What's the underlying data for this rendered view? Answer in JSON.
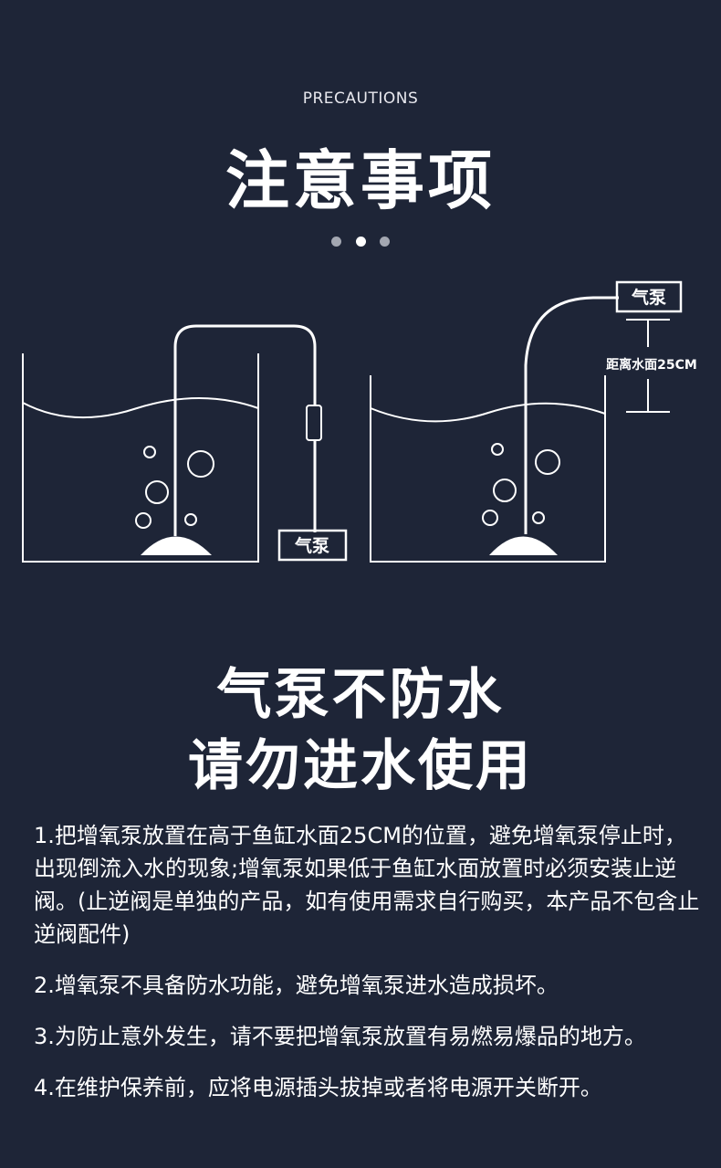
{
  "header": {
    "eyebrow": "PRECAUTIONS",
    "title": "注意事项",
    "dots": [
      false,
      true,
      false
    ]
  },
  "diagram": {
    "left_pump_label": "气泵",
    "right_pump_label": "气泵",
    "distance_label": "距离水面25CM"
  },
  "warning": {
    "line1": "气泵不防水",
    "line2": "请勿进水使用"
  },
  "notes": [
    {
      "num": "1.",
      "text": "把增氧泵放置在高于鱼缸水面25CM的位置，避免增氧泵停止时，出现倒流入水的现象;增氧泵如果低于鱼缸水面放置时必须安装止逆阀。(止逆阀是单独的产品，如有使用需求自行购买，本产品不包含止逆阀配件)"
    },
    {
      "num": "2.",
      "text": "增氧泵不具备防水功能，避免增氧泵进水造成损坏。"
    },
    {
      "num": "3.",
      "text": "为防止意外发生，请不要把增氧泵放置有易燃易爆品的地方。"
    },
    {
      "num": "4.",
      "text": "在维护保养前，应将电源插头拔掉或者将电源开关断开。"
    }
  ],
  "colors": {
    "background": "#1e2537",
    "line": "#ffffff"
  }
}
